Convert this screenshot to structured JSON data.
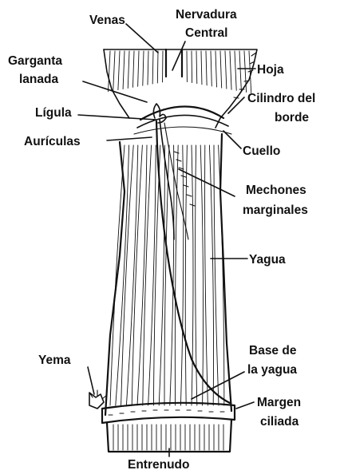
{
  "labels": {
    "venas": "Venas",
    "nervadura_1": "Nervadura",
    "nervadura_2": "Central",
    "garganta_1": "Garganta",
    "garganta_2": "lanada",
    "hoja": "Hoja",
    "ligula": "Lígula",
    "cilindro_1": "Cilindro del",
    "cilindro_2": "borde",
    "auriculas": "Aurículas",
    "cuello": "Cuello",
    "mechones_1": "Mechones",
    "mechones_2": "marginales",
    "yagua": "Yagua",
    "yema": "Yema",
    "base_1": "Base de",
    "base_2": "la yagua",
    "margen_1": "Margen",
    "margen_2": "ciliada",
    "entrenudo": "Entrenudo"
  },
  "colors": {
    "ink": "#111111",
    "background": "#ffffff"
  }
}
